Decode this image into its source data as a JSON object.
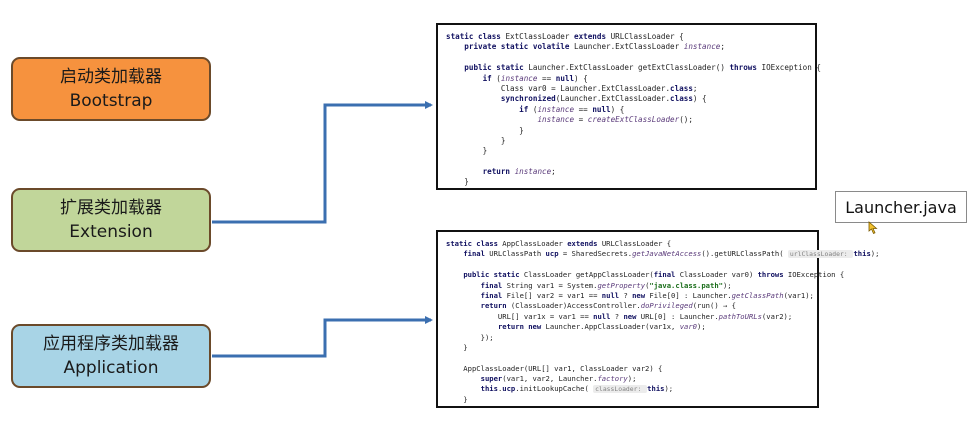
{
  "loaders": [
    {
      "cn": "启动类加载器",
      "en": "Bootstrap"
    },
    {
      "cn": "扩展类加载器",
      "en": "Extension"
    },
    {
      "cn": "应用程序类加载器",
      "en": "Application"
    }
  ],
  "file_label": "Launcher.java",
  "colors": {
    "bootstrap": "#f6923e",
    "extension": "#c1d69a",
    "application": "#a8d4e6",
    "arrow": "#3b6fb0"
  },
  "ext_code": [
    [
      [
        "kw",
        "static class "
      ],
      [
        "",
        "ExtClassLoader "
      ],
      [
        "kw",
        "extends "
      ],
      [
        "",
        "URLClassLoader {"
      ]
    ],
    [
      [
        "",
        "    "
      ],
      [
        "kw",
        "private static volatile "
      ],
      [
        "",
        "Launcher.ExtClassLoader "
      ],
      [
        "it",
        "instance"
      ],
      [
        "",
        ";"
      ]
    ],
    [
      [
        "",
        ""
      ]
    ],
    [
      [
        "",
        "    "
      ],
      [
        "kw",
        "public static "
      ],
      [
        "",
        "Launcher.ExtClassLoader getExtClassLoader() "
      ],
      [
        "kw",
        "throws "
      ],
      [
        "",
        "IOException {"
      ]
    ],
    [
      [
        "",
        "        "
      ],
      [
        "kw",
        "if "
      ],
      [
        "",
        "("
      ],
      [
        "it",
        "instance "
      ],
      [
        "",
        "== "
      ],
      [
        "kw",
        "null"
      ],
      [
        "",
        ") {"
      ]
    ],
    [
      [
        "",
        "            Class var0 = Launcher.ExtClassLoader."
      ],
      [
        "kw",
        "class"
      ],
      [
        "",
        ";"
      ]
    ],
    [
      [
        "",
        "            "
      ],
      [
        "kw",
        "synchronized"
      ],
      [
        "",
        "(Launcher.ExtClassLoader."
      ],
      [
        "kw",
        "class"
      ],
      [
        "",
        ") {"
      ]
    ],
    [
      [
        "",
        "                "
      ],
      [
        "kw",
        "if "
      ],
      [
        "",
        "("
      ],
      [
        "it",
        "instance "
      ],
      [
        "",
        "== "
      ],
      [
        "kw",
        "null"
      ],
      [
        "",
        ") {"
      ]
    ],
    [
      [
        "",
        "                    "
      ],
      [
        "it",
        "instance "
      ],
      [
        "",
        "= "
      ],
      [
        "it",
        "createExtClassLoader"
      ],
      [
        "",
        "();"
      ]
    ],
    [
      [
        "",
        "                }"
      ]
    ],
    [
      [
        "",
        "            }"
      ]
    ],
    [
      [
        "",
        "        }"
      ]
    ],
    [
      [
        "",
        ""
      ]
    ],
    [
      [
        "",
        "        "
      ],
      [
        "kw",
        "return "
      ],
      [
        "it",
        "instance"
      ],
      [
        "",
        ";"
      ]
    ],
    [
      [
        "",
        "    }"
      ]
    ]
  ],
  "app_code": [
    [
      [
        "kw",
        "static class "
      ],
      [
        "",
        "AppClassLoader "
      ],
      [
        "kw",
        "extends "
      ],
      [
        "",
        "URLClassLoader {"
      ]
    ],
    [
      [
        "",
        "    "
      ],
      [
        "kw",
        "final "
      ],
      [
        "",
        "URLClassPath "
      ],
      [
        "kw",
        "ucp "
      ],
      [
        "",
        "= SharedSecrets."
      ],
      [
        "it",
        "getJavaNetAccess"
      ],
      [
        "",
        "().getURLClassPath( "
      ],
      [
        "hint",
        "urlClassLoader: "
      ],
      [
        "kw",
        "this"
      ],
      [
        "",
        ");"
      ]
    ],
    [
      [
        "",
        ""
      ]
    ],
    [
      [
        "",
        "    "
      ],
      [
        "kw",
        "public static "
      ],
      [
        "",
        "ClassLoader getAppClassLoader("
      ],
      [
        "kw",
        "final "
      ],
      [
        "",
        "ClassLoader var0) "
      ],
      [
        "kw",
        "throws "
      ],
      [
        "",
        "IOException {"
      ]
    ],
    [
      [
        "",
        "        "
      ],
      [
        "kw",
        "final "
      ],
      [
        "",
        "String var1 = System."
      ],
      [
        "it",
        "getProperty"
      ],
      [
        "",
        "("
      ],
      [
        "str",
        "\"java.class.path\""
      ],
      [
        "",
        ");"
      ]
    ],
    [
      [
        "",
        "        "
      ],
      [
        "kw",
        "final "
      ],
      [
        "",
        "File[] var2 = var1 == "
      ],
      [
        "kw",
        "null "
      ],
      [
        "",
        "? "
      ],
      [
        "kw",
        "new "
      ],
      [
        "",
        "File[0] : Launcher."
      ],
      [
        "it",
        "getClassPath"
      ],
      [
        "",
        "(var1);"
      ]
    ],
    [
      [
        "",
        "        "
      ],
      [
        "kw",
        "return "
      ],
      [
        "",
        "(ClassLoader)AccessController."
      ],
      [
        "it",
        "doPrivileged"
      ],
      [
        "",
        "(run() → {"
      ]
    ],
    [
      [
        "",
        "            URL[] var1x = var1 == "
      ],
      [
        "kw",
        "null "
      ],
      [
        "",
        "? "
      ],
      [
        "kw",
        "new "
      ],
      [
        "",
        "URL[0] : Launcher."
      ],
      [
        "it",
        "pathToURLs"
      ],
      [
        "",
        "(var2);"
      ]
    ],
    [
      [
        "",
        "            "
      ],
      [
        "kw",
        "return new "
      ],
      [
        "",
        "Launcher.AppClassLoader(var1x, "
      ],
      [
        "it",
        "var0"
      ],
      [
        "",
        ");"
      ]
    ],
    [
      [
        "",
        "        });"
      ]
    ],
    [
      [
        "",
        "    }"
      ]
    ],
    [
      [
        "",
        ""
      ]
    ],
    [
      [
        "",
        "    AppClassLoader(URL[] var1, ClassLoader var2) {"
      ]
    ],
    [
      [
        "",
        "        "
      ],
      [
        "kw",
        "super"
      ],
      [
        "",
        "(var1, var2, Launcher."
      ],
      [
        "it",
        "factory"
      ],
      [
        "",
        ");"
      ]
    ],
    [
      [
        "",
        "        "
      ],
      [
        "kw",
        "this"
      ],
      [
        "",
        "."
      ],
      [
        "kw",
        "ucp"
      ],
      [
        "",
        ".initLookupCache( "
      ],
      [
        "hint",
        "classLoader: "
      ],
      [
        "kw",
        "this"
      ],
      [
        "",
        ");"
      ]
    ],
    [
      [
        "",
        "    }"
      ]
    ]
  ]
}
